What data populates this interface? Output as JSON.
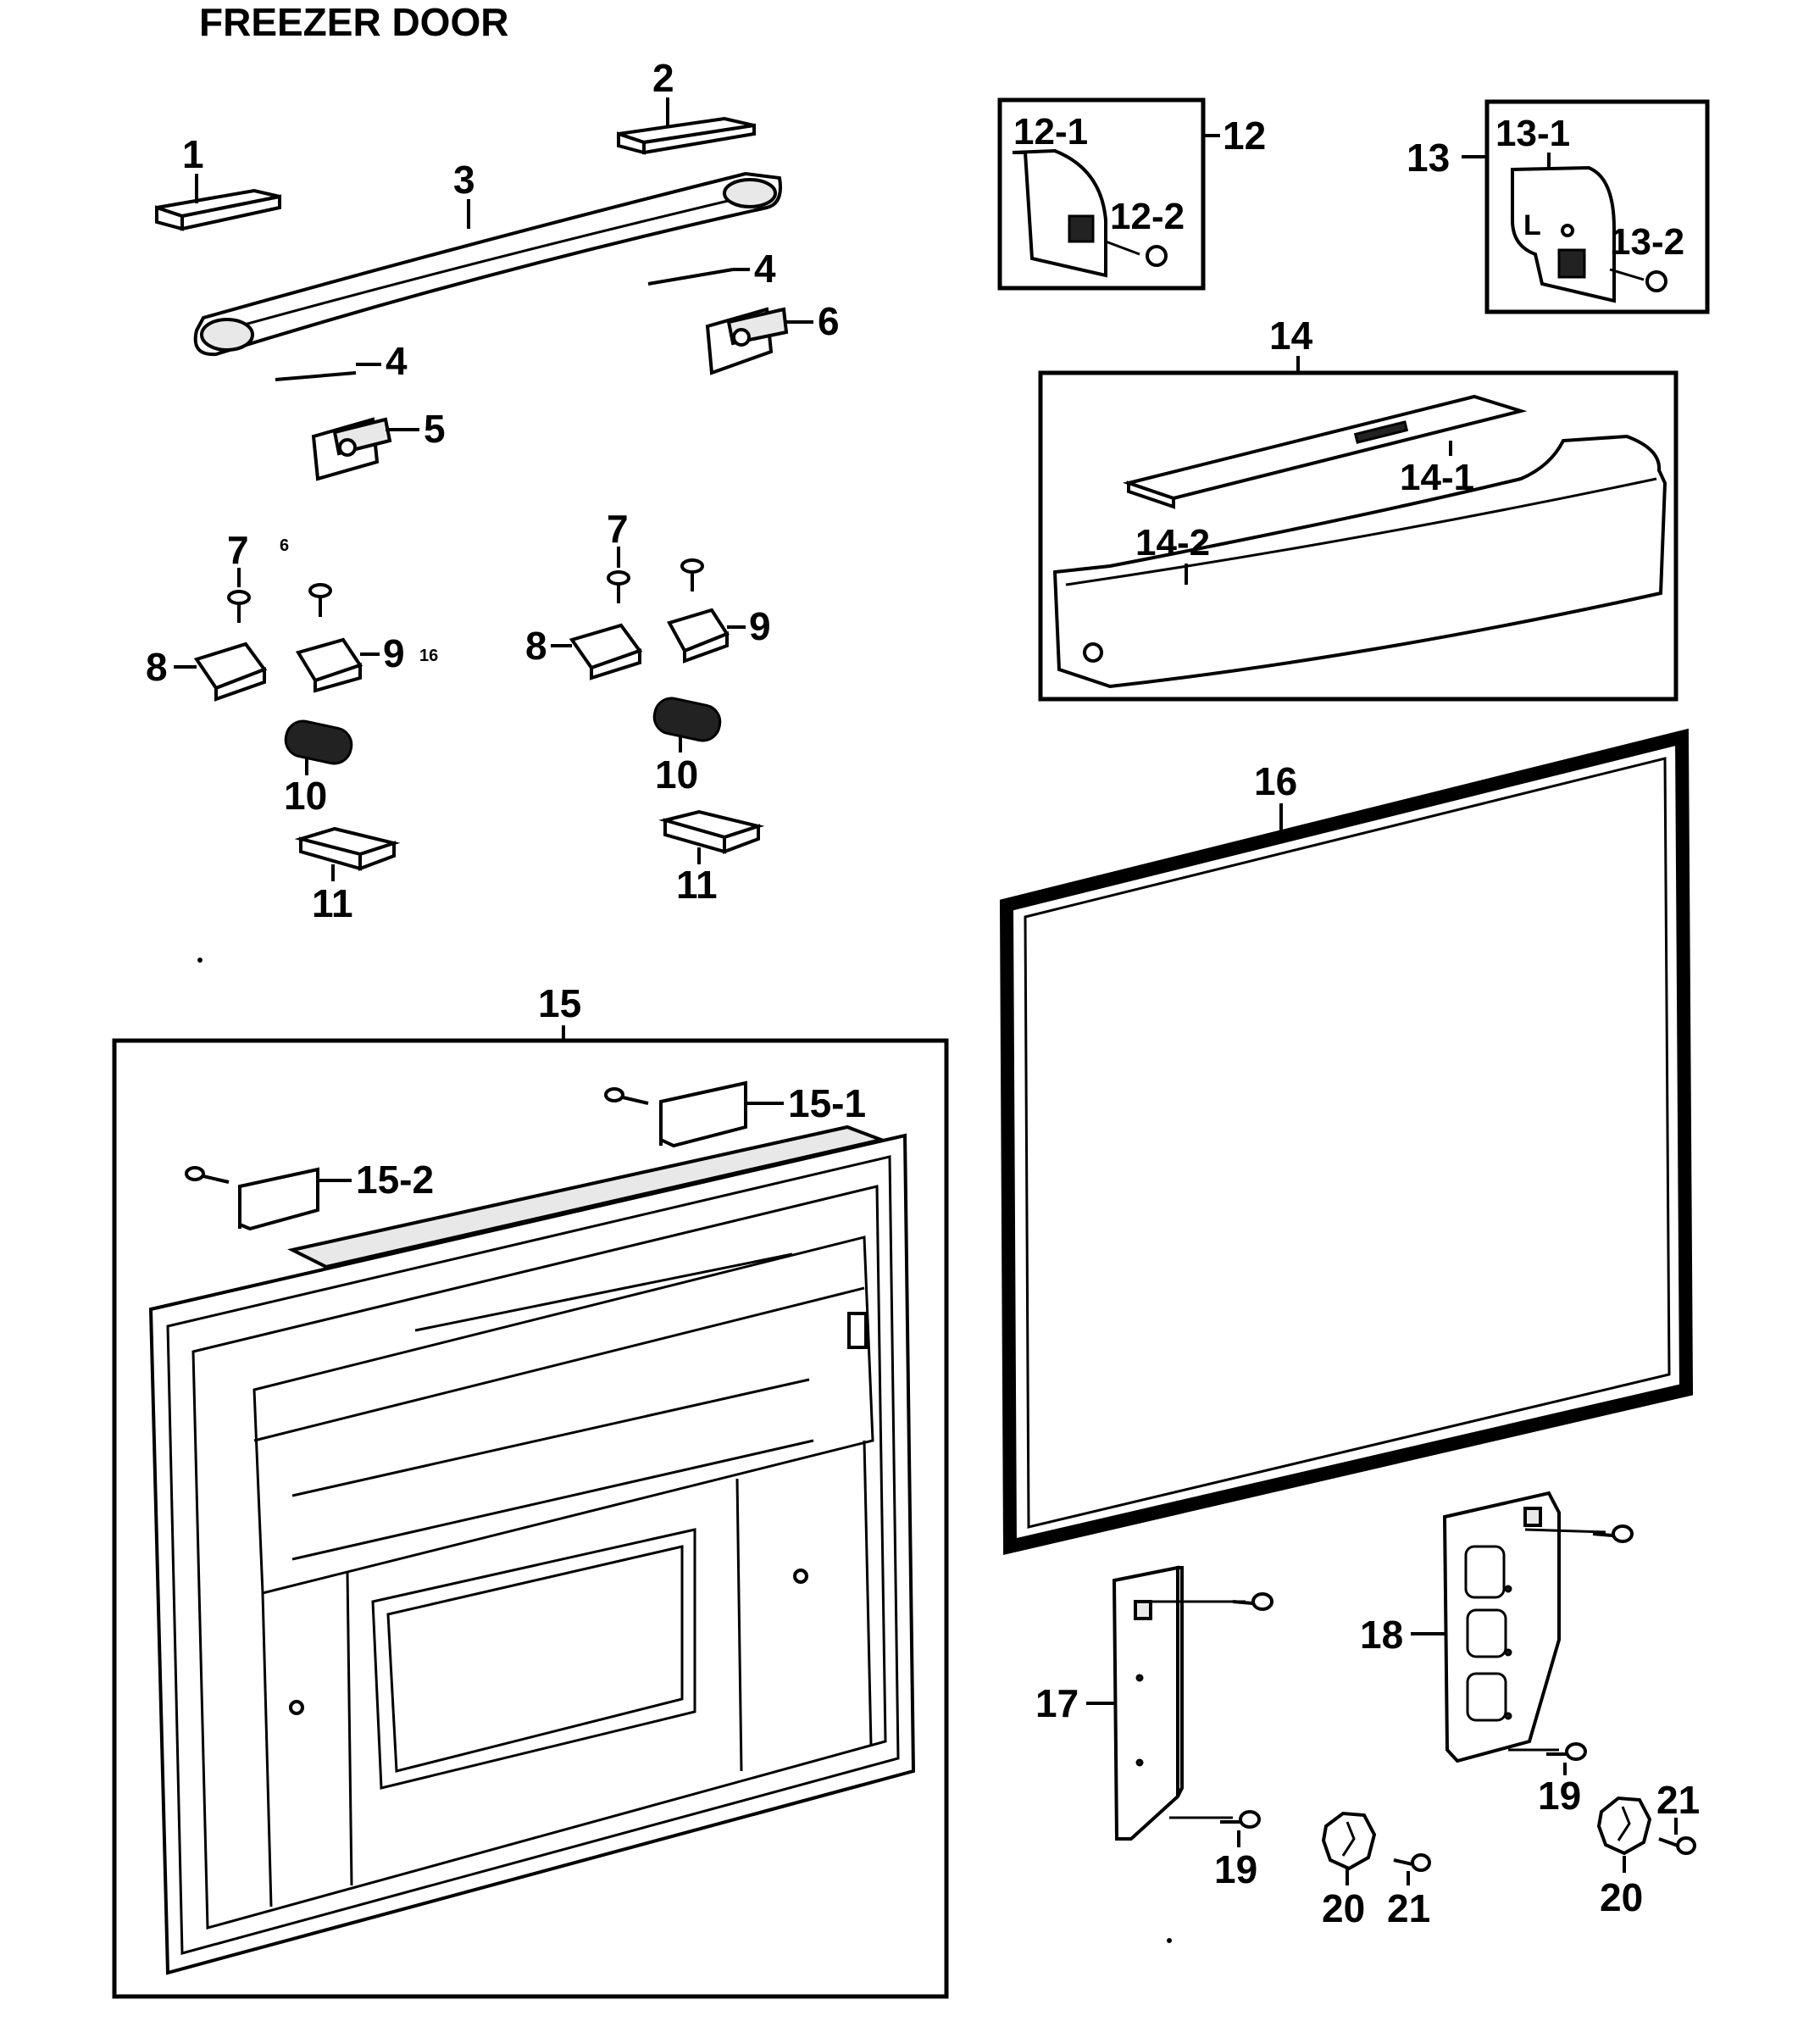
{
  "title": "FREEZER DOOR",
  "callouts": {
    "c1": "1",
    "c2": "2",
    "c3": "3",
    "c4a": "4",
    "c4b": "4",
    "c5": "5",
    "c6": "6",
    "c7a": "7",
    "c7b": "7",
    "c8a": "8",
    "c8b": "8",
    "c9a": "9",
    "c9b": "9",
    "c10a": "10",
    "c10b": "10",
    "c11a": "11",
    "c11b": "11",
    "c12": "12",
    "c12_1": "12-1",
    "c12_2": "12-2",
    "c13": "13",
    "c13_1": "13-1",
    "c13_2": "13-2",
    "c14": "14",
    "c14_1": "14-1",
    "c14_2": "14-2",
    "c15": "15",
    "c15_1": "15-1",
    "c15_2": "15-2",
    "c16": "16",
    "c17": "17",
    "c18": "18",
    "c19a": "19",
    "c19b": "19",
    "c20a": "20",
    "c20b": "20",
    "c21a": "21",
    "c21b": "21"
  },
  "handwritten_notes": {
    "note_a": "6",
    "note_b": "16"
  },
  "bin_letter": "L"
}
